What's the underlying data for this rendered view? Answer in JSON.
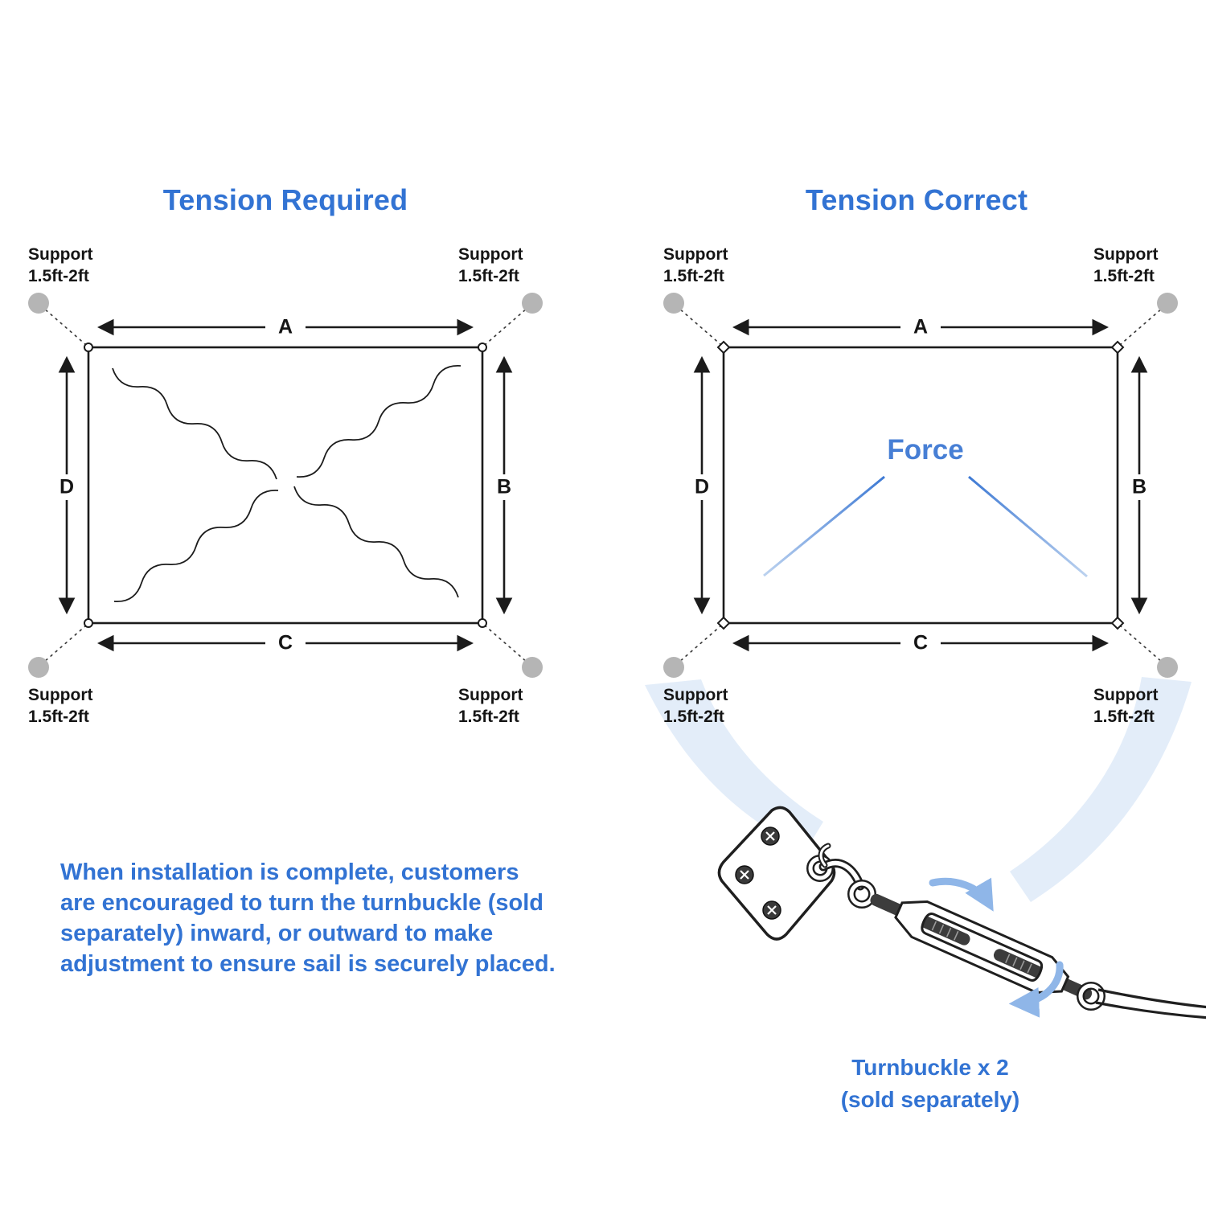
{
  "colors": {
    "accent_blue": "#3273d3",
    "force_blue": "#477fd5",
    "light_blue_swoosh": "#e0ebf8",
    "support_dot_gray": "#b5b5b5",
    "line_black": "#1b1b1b"
  },
  "left_diagram": {
    "title": "Tension Required",
    "edges": {
      "top": "A",
      "right": "B",
      "bottom": "C",
      "left": "D"
    }
  },
  "right_diagram": {
    "title": "Tension Correct",
    "force_label": "Force",
    "edges": {
      "top": "A",
      "right": "B",
      "bottom": "C",
      "left": "D"
    }
  },
  "support": {
    "label": "Support",
    "range": "1.5ft-2ft"
  },
  "note": {
    "lines": [
      "When installation is complete, customers",
      "are encouraged to turn the turnbuckle (sold",
      "separately) inward, or outward to make",
      "adjustment to ensure sail is securely placed."
    ]
  },
  "turnbuckle": {
    "caption_line1": "Turnbuckle x 2",
    "caption_line2": "(sold separately)"
  }
}
